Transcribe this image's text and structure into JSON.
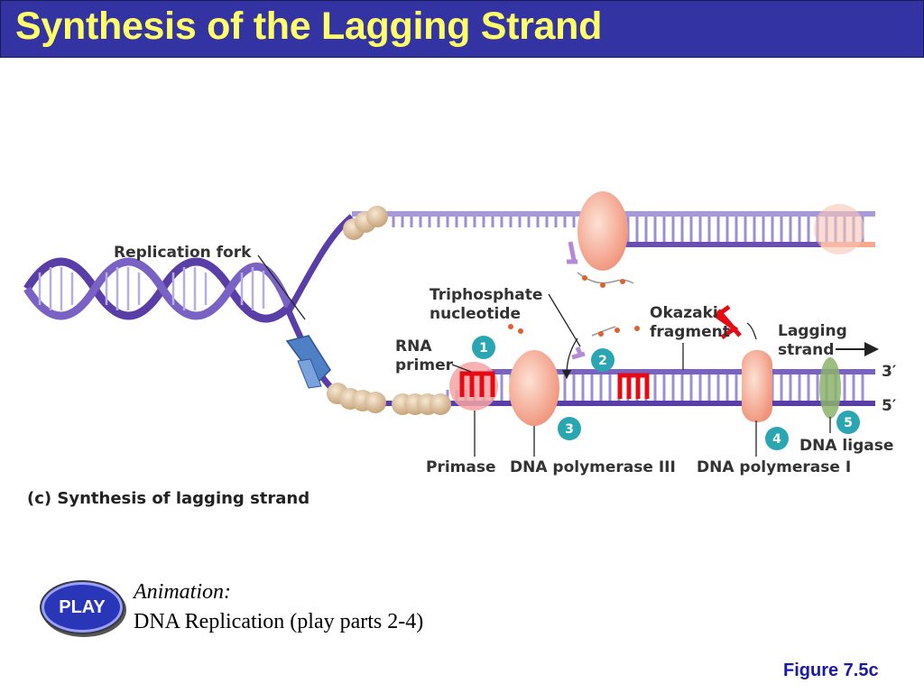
{
  "slide": {
    "title": "Synthesis of the Lagging Strand",
    "figure_label": "Figure 7.5c"
  },
  "diagram": {
    "labels": {
      "replication_fork": "Replication fork",
      "triphosphate_line1": "Triphosphate",
      "triphosphate_line2": "nucleotide",
      "rna_line1": "RNA",
      "rna_line2": "primer",
      "okazaki_line1": "Okazaki",
      "okazaki_line2": "fragment",
      "lagging_line1": "Lagging",
      "lagging_line2": "strand",
      "three_prime": "3′",
      "five_prime": "5′",
      "primase": "Primase",
      "dna_pol3": "DNA polymerase III",
      "dna_pol1": "DNA polymerase I",
      "dna_ligase": "DNA ligase"
    },
    "steps": [
      "1",
      "2",
      "3",
      "4",
      "5"
    ],
    "caption": "(c) Synthesis of lagging strand",
    "colors": {
      "strand": "#6a4fb0",
      "base": "#9b8fd6",
      "primer": "#e60a14",
      "enzyme": "#f5a98e",
      "step_badge": "#2aa6b2",
      "bead": "#ddc3a0",
      "ligase": "#8bb36a",
      "helicase": "#4f7fc4"
    }
  },
  "animation": {
    "play_label": "PLAY",
    "label": "Animation:",
    "name": "DNA Replication (play parts 2-4)"
  }
}
